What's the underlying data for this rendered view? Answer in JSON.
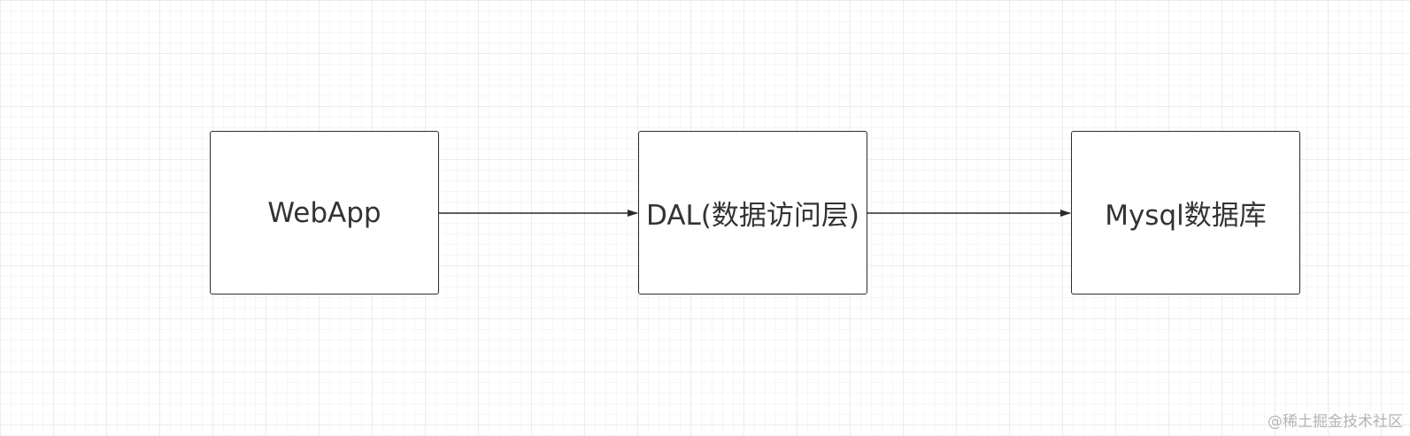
{
  "diagram": {
    "nodes": [
      {
        "id": "webapp",
        "label": "WebApp"
      },
      {
        "id": "dal",
        "label": "DAL(数据访问层)"
      },
      {
        "id": "mysql",
        "label": "Mysql数据库"
      }
    ],
    "edges": [
      {
        "from": "webapp",
        "to": "dal"
      },
      {
        "from": "dal",
        "to": "mysql"
      }
    ]
  },
  "watermark": "@稀土掘金技术社区",
  "colors": {
    "node_border": "#2b2b2b",
    "node_text": "#333333",
    "edge": "#2b2b2b",
    "grid": "#ececec",
    "watermark": "#b4b4b4"
  }
}
